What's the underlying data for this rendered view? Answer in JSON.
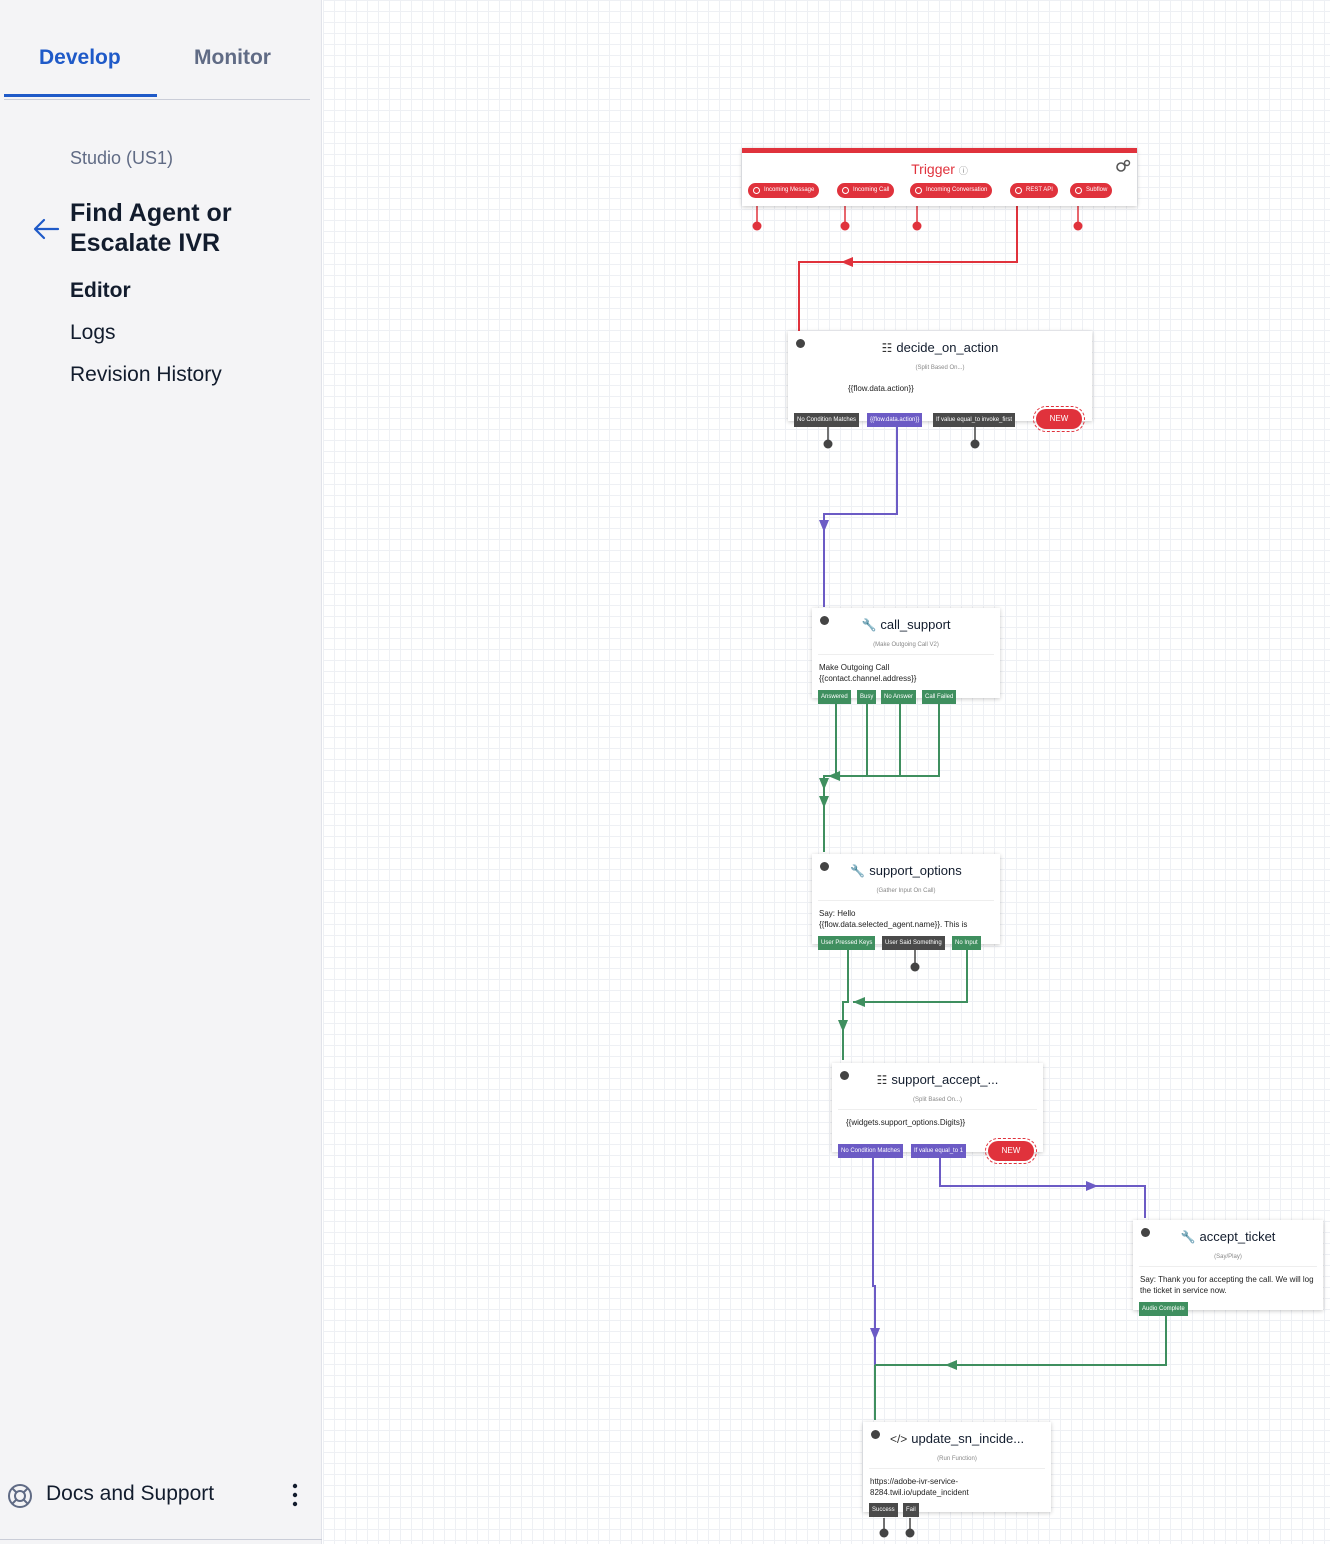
{
  "sidebar": {
    "tabs": [
      {
        "label": "Develop",
        "active": true
      },
      {
        "label": "Monitor",
        "active": false
      }
    ],
    "environment": "Studio (US1)",
    "flow_title": "Find Agent or Escalate IVR",
    "nav": [
      "Editor",
      "Logs",
      "Revision History"
    ],
    "footer_label": "Docs and Support"
  },
  "colors": {
    "accent": "#1f5ac8",
    "trigger": "#e0323c",
    "purple": "#6c5bc5",
    "green": "#3f8f5f",
    "gray": "#4a4a4a"
  },
  "canvas": {
    "trigger": {
      "title": "Trigger",
      "pills": [
        "Incoming Message",
        "Incoming Call",
        "Incoming Conversation",
        "REST API",
        "Subflow"
      ]
    },
    "widgets": [
      {
        "name": "decide_on_action",
        "type": "(Split Based On...)",
        "icon": "split-icon",
        "body": "{{flow.data.action}}",
        "transitions": [
          "No Condition Matches",
          "{{flow.data.action}}",
          "If value equal_to invoke_first"
        ],
        "new_label": "NEW"
      },
      {
        "name": "call_support",
        "type": "(Make Outgoing Call V2)",
        "icon": "wrench-icon",
        "body": "Make Outgoing Call\n{{contact.channel.address}}",
        "transitions": [
          "Answered",
          "Busy",
          "No Answer",
          "Call Failed"
        ]
      },
      {
        "name": "support_options",
        "type": "(Gather Input On Call)",
        "icon": "wrench-icon",
        "body": "Say: Hello\n{{flow.data.selected_agent.name}}. This is",
        "transitions": [
          "User Pressed Keys",
          "User Said Something",
          "No Input"
        ]
      },
      {
        "name": "support_accept_...",
        "type": "(Split Based On...)",
        "icon": "split-icon",
        "body": "{{widgets.support_options.Digits}}",
        "transitions": [
          "No Condition Matches",
          "If value equal_to 1"
        ],
        "new_label": "NEW"
      },
      {
        "name": "accept_ticket",
        "type": "(Say/Play)",
        "icon": "wrench-icon",
        "body": "Say: Thank you for accepting the call. We will log the ticket in service now.",
        "transitions": [
          "Audio Complete"
        ]
      },
      {
        "name": "update_sn_incide...",
        "type": "(Run Function)",
        "icon": "code-icon",
        "body": "https://adobe-ivr-service-8284.twil.io/update_incident",
        "transitions": [
          "Success",
          "Fail"
        ]
      }
    ]
  }
}
